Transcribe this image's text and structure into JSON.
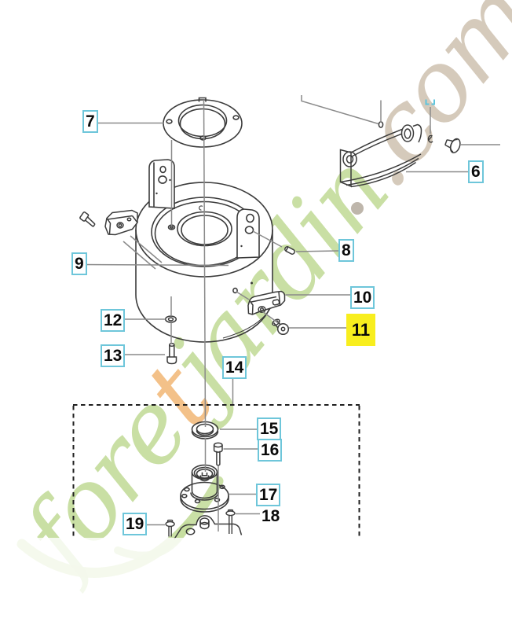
{
  "watermark": {
    "segments": [
      {
        "text": "fore",
        "tone": "green"
      },
      {
        "text": "t",
        "tone": "orange"
      },
      {
        "text": "jardin",
        "tone": "green"
      },
      {
        "text": ".com",
        "tone": "tan"
      }
    ]
  },
  "callouts": [
    {
      "num": "6",
      "style": "box"
    },
    {
      "num": "7",
      "style": "box"
    },
    {
      "num": "8",
      "style": "box"
    },
    {
      "num": "9",
      "style": "box"
    },
    {
      "num": "10",
      "style": "box"
    },
    {
      "num": "11",
      "style": "highlight"
    },
    {
      "num": "12",
      "style": "box"
    },
    {
      "num": "13",
      "style": "box"
    },
    {
      "num": "14",
      "style": "box"
    },
    {
      "num": "15",
      "style": "box"
    },
    {
      "num": "16",
      "style": "box"
    },
    {
      "num": "17",
      "style": "box"
    },
    {
      "num": "18",
      "style": "plain"
    },
    {
      "num": "19",
      "style": "box"
    }
  ],
  "colors": {
    "callout_border": "#6ec6da",
    "highlight_bg": "#f8ee1e",
    "line_art": "#3b3b3b",
    "leader_line": "#8a8a8a",
    "watermark_green": "#c5dd9e",
    "watermark_orange": "#f3bd81",
    "watermark_tan": "#d2c6b6",
    "marker_cyan": "#5ec4dc"
  }
}
